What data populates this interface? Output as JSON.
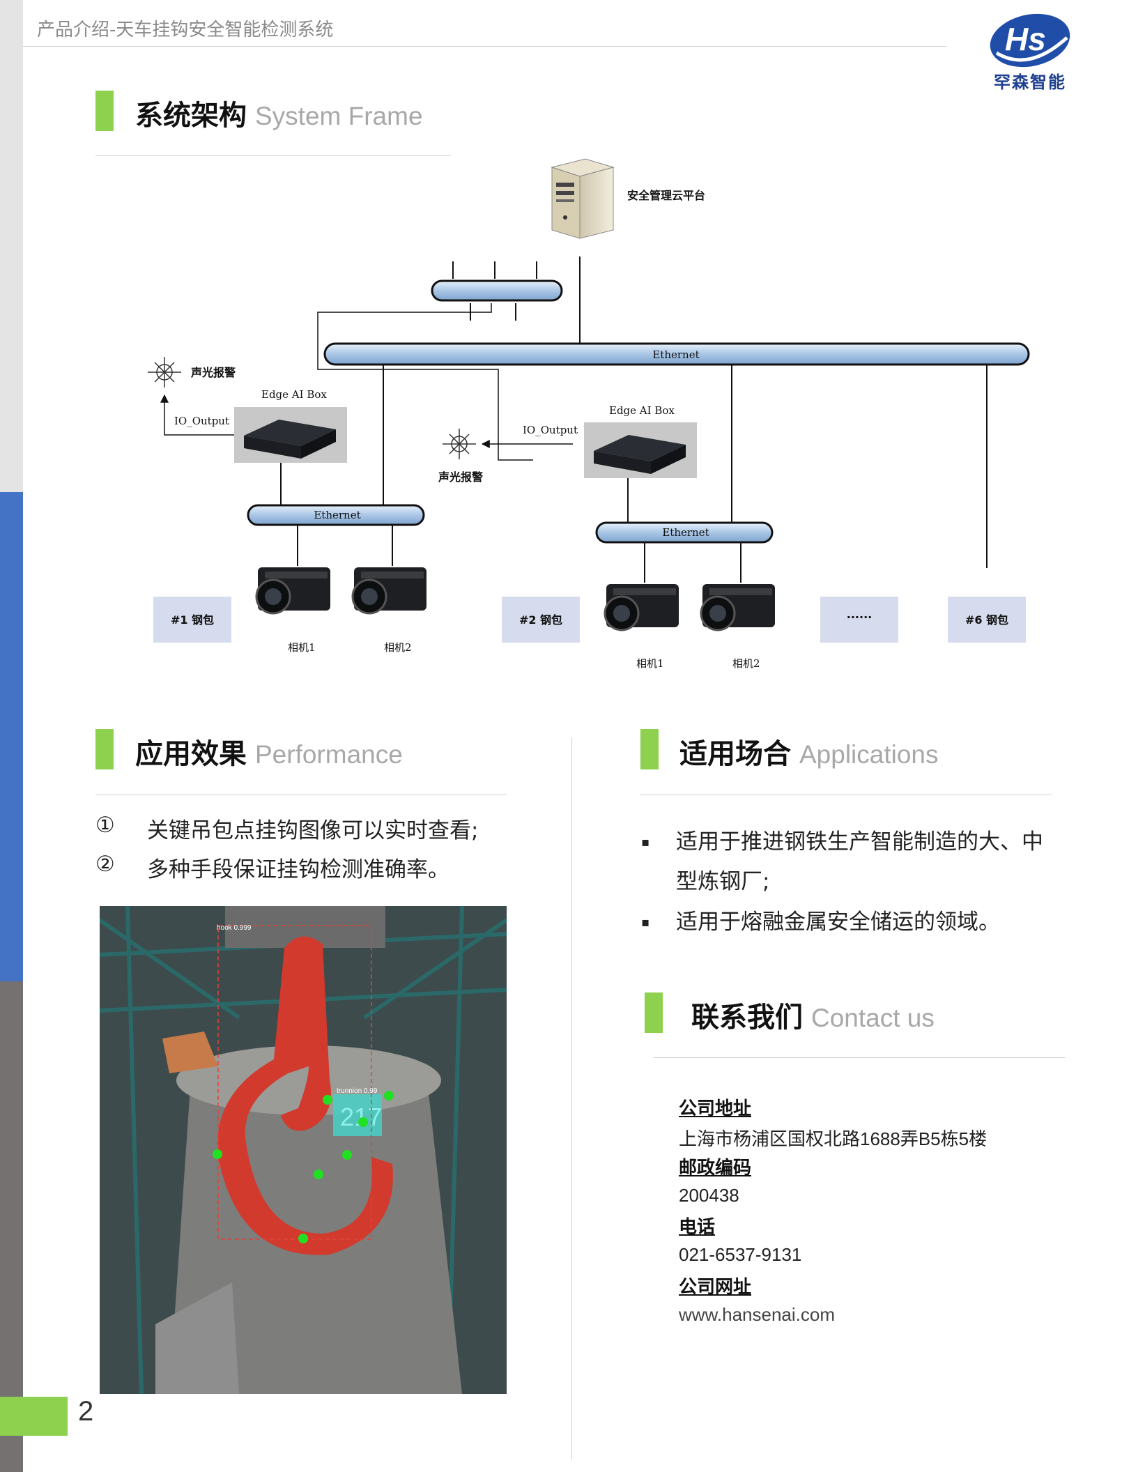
{
  "header": {
    "title": "产品介绍-天车挂钩安全智能检测系统"
  },
  "logo": {
    "mark": "Hs",
    "name": "罕森智能"
  },
  "system_frame": {
    "title_cn": "系统架构",
    "title_en": "System Frame",
    "diagram": {
      "cloud_label": "安全管理云平台",
      "ethernet_main": "Ethernet",
      "ethernet_1": "Ethernet",
      "ethernet_2": "Ethernet",
      "alarm_1": "声光报警",
      "alarm_2": "声光报警",
      "io_output_1": "IO_Output",
      "io_output_2": "IO_Output",
      "edge_box_1": "Edge AI Box",
      "edge_box_2": "Edge AI Box",
      "ladle_1": "#1 钢包",
      "ladle_2": "#2 钢包",
      "ladle_more": "······",
      "ladle_6": "#6 钢包",
      "cam_1_1": "相机1",
      "cam_1_2": "相机2",
      "cam_2_1": "相机1",
      "cam_2_2": "相机2"
    }
  },
  "performance": {
    "title_cn": "应用效果",
    "title_en": "Performance",
    "items": [
      {
        "num": "①",
        "text": "关键吊包点挂钩图像可以实时查看;"
      },
      {
        "num": "②",
        "text": "多种手段保证挂钩检测准确率。"
      }
    ],
    "photo": {
      "hook_label": "hook 0.999",
      "trunnion_label": "trunnion 0.99",
      "number": "217"
    }
  },
  "applications": {
    "title_cn": "适用场合",
    "title_en": "Applications",
    "bullet": "▪",
    "items": [
      {
        "text": "适用于推进钢铁生产智能制造的大、中型炼钢厂;"
      },
      {
        "text": "适用于熔融金属安全储运的领域。"
      }
    ]
  },
  "contact": {
    "title_cn": "联系我们",
    "title_en": "Contact us",
    "address_label": "公司地址",
    "address": "上海市杨浦区国权北路1688弄B5栋5楼",
    "zip_label": "邮政编码",
    "zip": "200438",
    "phone_label": "电话",
    "phone": "021-6537-9131",
    "web_label": "公司网址",
    "web": "www.hansenai.com"
  },
  "page_number": "2",
  "colors": {
    "accent_green": "#8dd14f",
    "accent_blue": "#4472c4",
    "brand_blue": "#1f3f8f"
  }
}
